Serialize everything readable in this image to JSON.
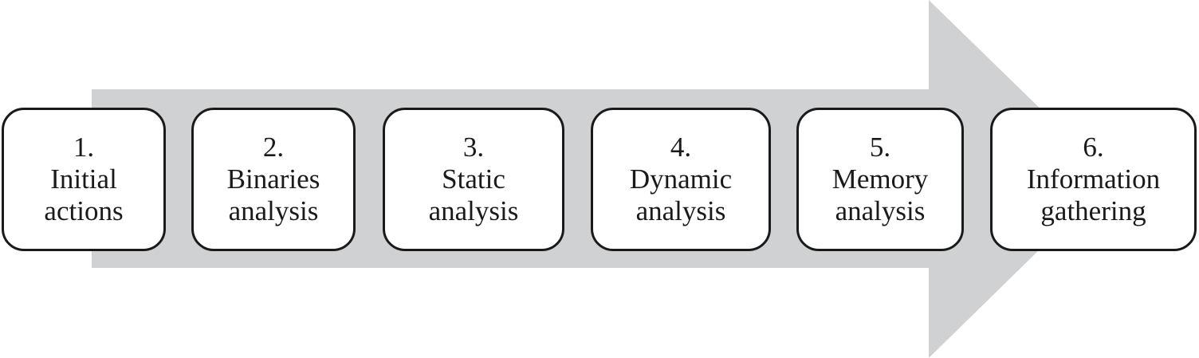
{
  "diagram": {
    "arrow_color": "#d0d1d3",
    "box_border_color": "#1a1a1a",
    "steps": [
      {
        "number": "1.",
        "line1": "Initial",
        "line2": "actions"
      },
      {
        "number": "2.",
        "line1": "Binaries",
        "line2": "analysis"
      },
      {
        "number": "3.",
        "line1": "Static",
        "line2": "analysis"
      },
      {
        "number": "4.",
        "line1": "Dynamic",
        "line2": "analysis"
      },
      {
        "number": "5.",
        "line1": "Memory",
        "line2": "analysis"
      },
      {
        "number": "6.",
        "line1": "Information",
        "line2": "gathering"
      }
    ]
  }
}
